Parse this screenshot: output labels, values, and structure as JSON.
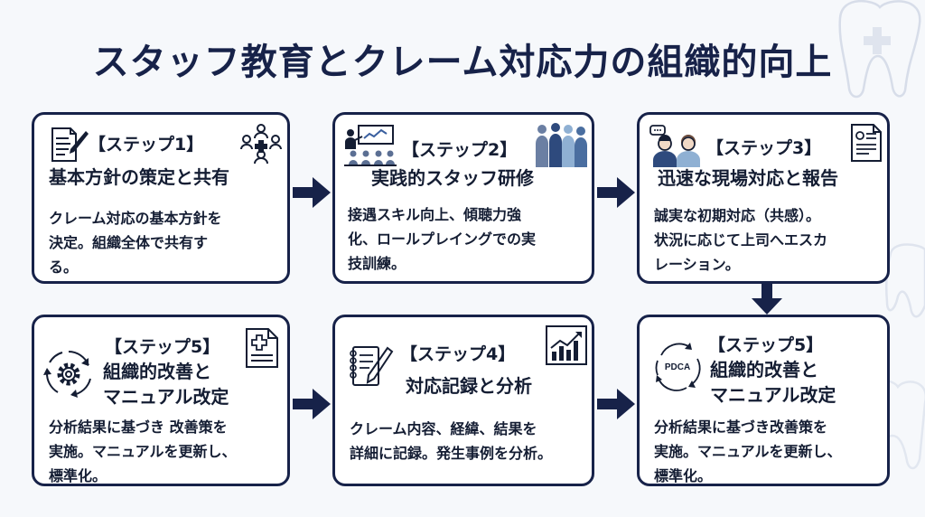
{
  "title": "スタッフ教育とクレーム対応力の組織的向上",
  "colors": {
    "navy": "#172249",
    "text": "#141d33",
    "background": "#f6f8fb",
    "card": "#ffffff"
  },
  "steps": [
    {
      "step": "【ステップ1】",
      "heading": "基本方針の策定と共有",
      "body": [
        "クレーム対応の基本方針を",
        "決定。組織全体で共有す",
        "る。"
      ],
      "icons": [
        "document-pen-icon",
        "team-medical-icon"
      ]
    },
    {
      "step": "【ステップ2】",
      "heading": "実践的スタッフ研修",
      "body": [
        "接遇スキル向上、傾聴力強",
        "化、ロールプレイングでの実",
        "技訓練。"
      ],
      "icons": [
        "training-presentation-icon",
        "staff-group-icon"
      ]
    },
    {
      "step": "【ステップ3】",
      "heading": "迅速な現場対応と報告",
      "body": [
        "誠実な初期対応（共感）。",
        "状況に応じて上司へエスカ",
        "レーション。"
      ],
      "icons": [
        "conversation-icon",
        "report-document-icon"
      ]
    },
    {
      "step": "【ステップ4】",
      "heading": "対応記録と分析",
      "body": [
        "クレーム内容、経緯、結果を",
        "詳細に記録。発生事例を分析。"
      ],
      "icons": [
        "notebook-pen-icon",
        "growth-chart-icon"
      ]
    },
    {
      "step": "【ステップ5】",
      "heading": [
        "組織的改善と",
        "マニュアル改定"
      ],
      "body": [
        "分析結果に基づき改善策を",
        "実施。マニュアルを更新し、",
        "標準化。"
      ],
      "icons": [
        "pdca-cycle-icon"
      ],
      "icon_text": "PDCA"
    },
    {
      "step": "【ステップ5】",
      "heading": [
        "組織的改善と",
        "マニュアル改定"
      ],
      "body": [
        "分析結果に基づき 改善策を",
        "実施。マニュアルを更新し、",
        "標準化。"
      ],
      "icons": [
        "gear-cycle-icon",
        "medical-document-icon"
      ]
    }
  ]
}
